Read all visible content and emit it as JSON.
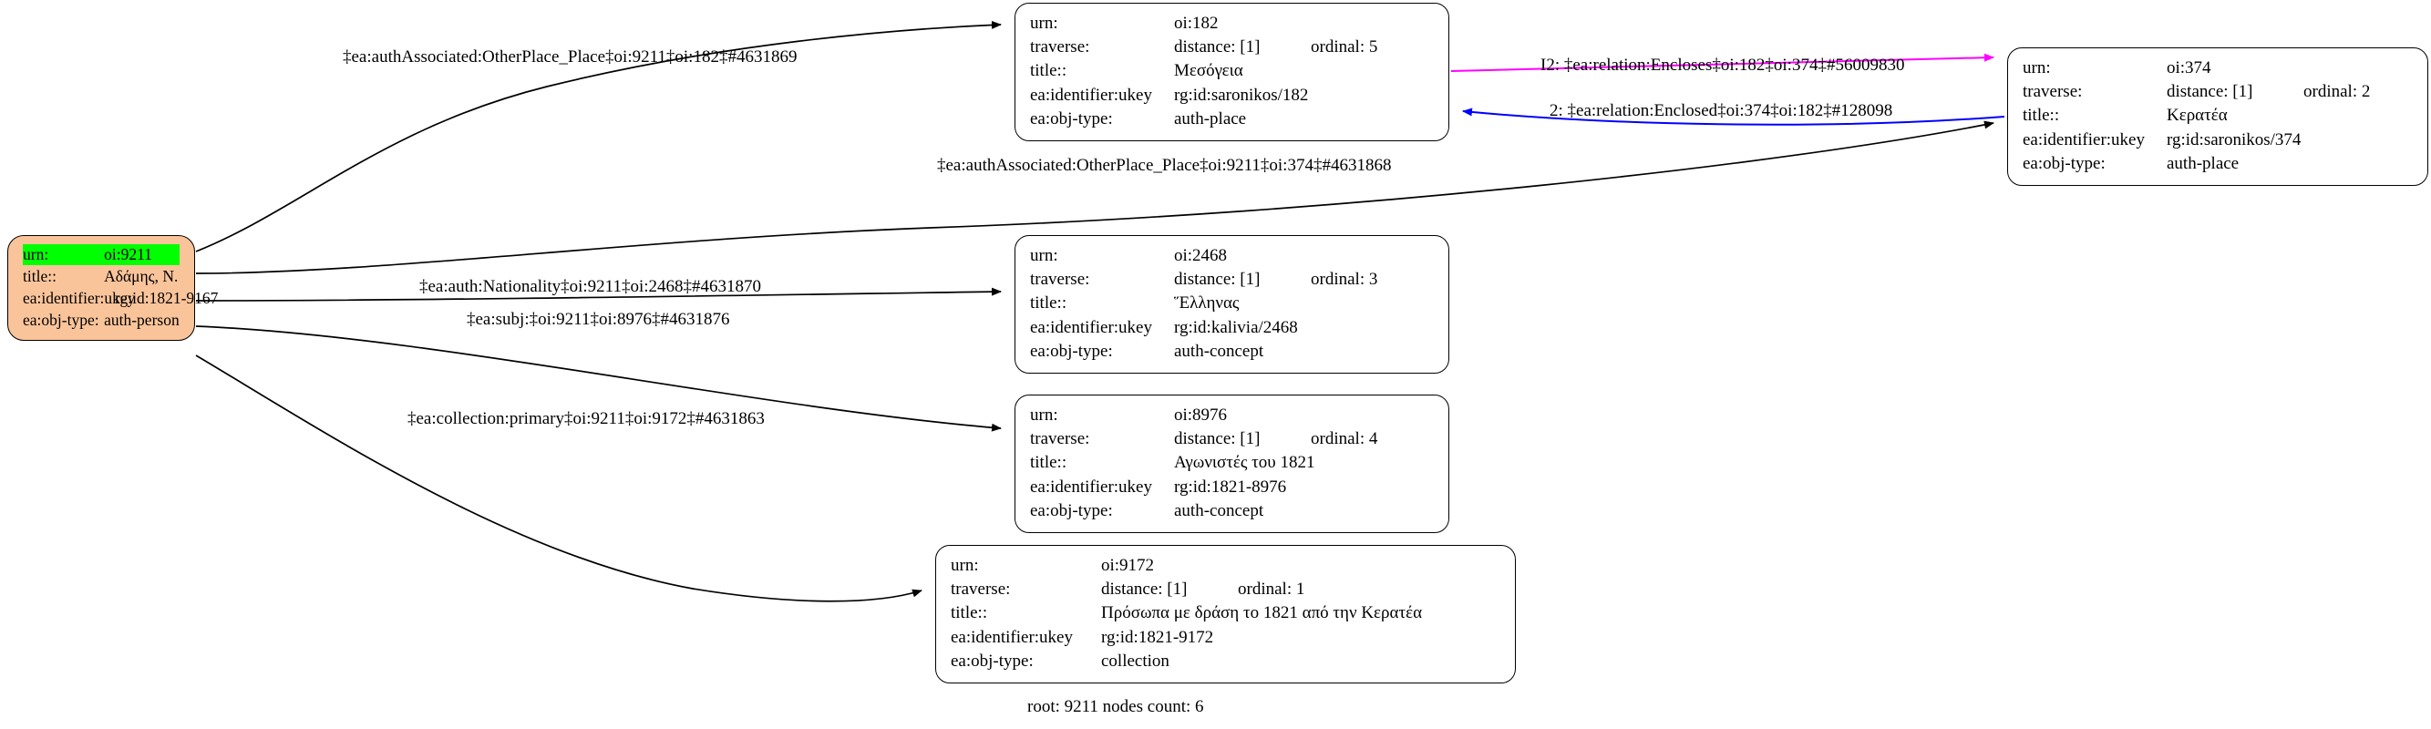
{
  "graph": {
    "caption": "root: 9211 nodes count: 6",
    "colors": {
      "root_fill": "#fac49a",
      "highlight": "#00ff00",
      "edge_default": "#000000",
      "edge_encloses": "#ff00ff",
      "edge_enclosed": "#0000ff",
      "node_fill": "#ffffff",
      "node_stroke": "#000000"
    },
    "field_labels": {
      "urn": "urn:",
      "traverse": "traverse:",
      "title": "title::",
      "ukey": "ea:identifier:ukey",
      "objtype": "ea:obj-type:"
    },
    "nodes": [
      {
        "id": "root-9211",
        "urn": "oi:9211",
        "title": "Αδάμης, Ν.",
        "ukey": "rg:id:1821-9167",
        "objtype": "auth-person",
        "is_root": true
      },
      {
        "id": "node-182",
        "urn": "oi:182",
        "distance": "distance: [1]",
        "ordinal": "ordinal: 5",
        "title": "Μεσόγεια",
        "ukey": "rg:id:saronikos/182",
        "objtype": "auth-place"
      },
      {
        "id": "node-2468",
        "urn": "oi:2468",
        "distance": "distance: [1]",
        "ordinal": "ordinal: 3",
        "title": "Ἕλληνας",
        "ukey": "rg:id:kalivia/2468",
        "objtype": "auth-concept"
      },
      {
        "id": "node-8976",
        "urn": "oi:8976",
        "distance": "distance: [1]",
        "ordinal": "ordinal: 4",
        "title": "Αγωνιστές του 1821",
        "ukey": "rg:id:1821-8976",
        "objtype": "auth-concept"
      },
      {
        "id": "node-374",
        "urn": "oi:374",
        "distance": "distance: [1]",
        "ordinal": "ordinal: 2",
        "title": "Κερατέα",
        "ukey": "rg:id:saronikos/374",
        "objtype": "auth-place"
      },
      {
        "id": "node-9172",
        "urn": "oi:9172",
        "distance": "distance: [1]",
        "ordinal": "ordinal: 1",
        "title": "Πρόσωπα με δράση το 1821 από την Κερατέα",
        "ukey": "rg:id:1821-9172",
        "objtype": "collection"
      }
    ],
    "edges": [
      {
        "id": "edge-9211-182",
        "label": "‡ea:authAssociated:OtherPlace_Place‡oi:9211‡oi:182‡#4631869",
        "from": "oi:9211",
        "to": "oi:182",
        "color": "#000000"
      },
      {
        "id": "edge-9211-374",
        "label": "‡ea:authAssociated:OtherPlace_Place‡oi:9211‡oi:374‡#4631868",
        "from": "oi:9211",
        "to": "oi:374",
        "color": "#000000"
      },
      {
        "id": "edge-9211-2468",
        "label": "‡ea:auth:Nationality‡oi:9211‡oi:2468‡#4631870",
        "from": "oi:9211",
        "to": "oi:2468",
        "color": "#000000"
      },
      {
        "id": "edge-9211-8976",
        "label": "‡ea:subj:‡oi:9211‡oi:8976‡#4631876",
        "from": "oi:9211",
        "to": "oi:8976",
        "color": "#000000"
      },
      {
        "id": "edge-9211-9172",
        "label": "‡ea:collection:primary‡oi:9211‡oi:9172‡#4631863",
        "from": "oi:9211",
        "to": "oi:9172",
        "color": "#000000"
      },
      {
        "id": "edge-182-374",
        "label": "I2: ‡ea:relation:Encloses‡oi:182‡oi:374‡#56009830",
        "from": "oi:182",
        "to": "oi:374",
        "color": "#ff00ff"
      },
      {
        "id": "edge-374-182",
        "label": "2: ‡ea:relation:Enclosed‡oi:374‡oi:182‡#128098",
        "from": "oi:374",
        "to": "oi:182",
        "color": "#0000ff"
      }
    ]
  }
}
